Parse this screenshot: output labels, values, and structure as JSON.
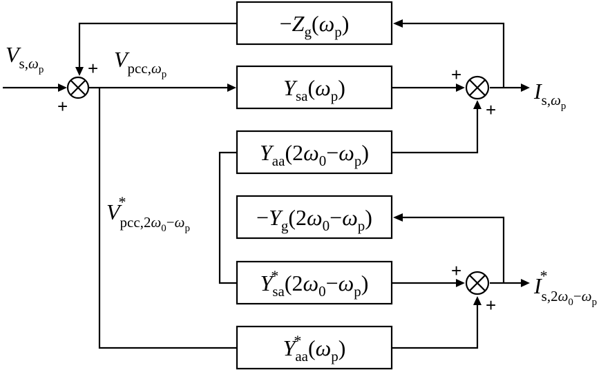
{
  "blocks": {
    "zg": {
      "prefix": "−",
      "main": "Z",
      "sub": "g",
      "arg_open": "(",
      "omega": "ω",
      "omega_sub": "p",
      "arg_close": ")"
    },
    "ysa": {
      "main": "Y",
      "sub": "sa",
      "arg_open": "(",
      "omega": "ω",
      "omega_sub": "p",
      "arg_close": ")"
    },
    "yaa_2w": {
      "main": "Y",
      "sub": "aa",
      "arg_open": "(2",
      "omega0": "ω",
      "omega0_sub": "0",
      "minus": "−",
      "omega": "ω",
      "omega_sub": "p",
      "arg_close": ")"
    },
    "yg_2w": {
      "prefix": "−",
      "main": "Y",
      "sub": "g",
      "arg_open": "(2",
      "omega0": "ω",
      "omega0_sub": "0",
      "minus": "−",
      "omega": "ω",
      "omega_sub": "p",
      "arg_close": ")"
    },
    "ysa_star": {
      "main": "Y",
      "sup": "*",
      "sub": "sa",
      "arg_open": "(2",
      "omega0": "ω",
      "omega0_sub": "0",
      "minus": "−",
      "omega": "ω",
      "omega_sub": "p",
      "arg_close": ")"
    },
    "yaa_star": {
      "main": "Y",
      "sup": "*",
      "sub": "aa",
      "arg_open": "(",
      "omega": "ω",
      "omega_sub": "p",
      "arg_close": ")"
    }
  },
  "signals": {
    "vs": {
      "main": "V",
      "sub": "s,",
      "sub_omega": "ω",
      "sub_omega_sub": "p"
    },
    "vpcc": {
      "main": "V",
      "sub": "pcc,",
      "sub_omega": "ω",
      "sub_omega_sub": "p"
    },
    "vpcc_star": {
      "main": "V",
      "sup": "*",
      "sub": "pcc,2",
      "sub_omega0": "ω",
      "sub_omega0_sub": "0",
      "sub_minus": "−",
      "sub_omega": "ω",
      "sub_omega_sub": "p"
    },
    "is": {
      "main": "I",
      "sub": "s,",
      "sub_omega": "ω",
      "sub_omega_sub": "p"
    },
    "is_star": {
      "main": "I",
      "sup": "*",
      "sub": "s,2",
      "sub_omega0": "ω",
      "sub_omega0_sub": "0",
      "sub_minus": "−",
      "sub_omega": "ω",
      "sub_omega_sub": "p"
    }
  },
  "signs": {
    "plus": "+"
  }
}
